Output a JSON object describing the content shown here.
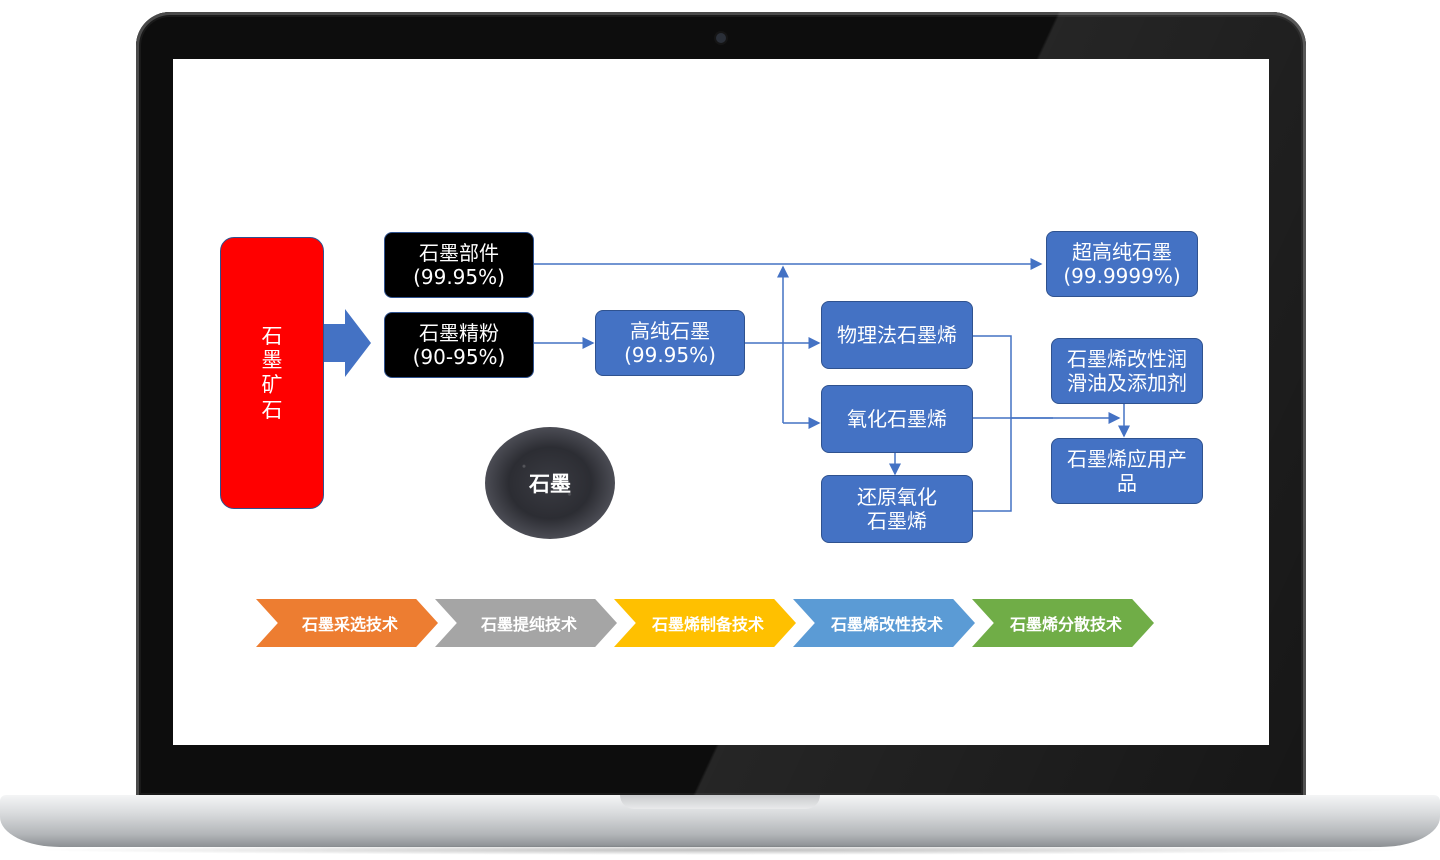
{
  "diagram": {
    "ore": [
      "石",
      "墨",
      "矿",
      "石"
    ],
    "parts": {
      "line1": "石墨部件",
      "line2": "(99.95%)"
    },
    "powder": {
      "line1": "石墨精粉",
      "line2": "(90-95%)"
    },
    "high_purity": {
      "line1": "高纯石墨",
      "line2": "(99.95%)"
    },
    "ultra_pure": {
      "line1": "超高纯石墨",
      "line2": "(99.9999%)"
    },
    "physical_graphene": "物理法石墨烯",
    "graphene_oxide": "氧化石墨烯",
    "reduced_go": {
      "line1": "还原氧化",
      "line2": "石墨烯"
    },
    "lubricant": {
      "line1": "石墨烯改性润",
      "line2": "滑油及添加剂"
    },
    "applications": {
      "line1": "石墨烯应用产",
      "line2": "品"
    },
    "graphite_label": "石墨"
  },
  "process_steps": [
    {
      "label": "石墨采选技术",
      "color": "#ed7d31"
    },
    {
      "label": "石墨提纯技术",
      "color": "#a5a5a5"
    },
    {
      "label": "石墨烯制备技术",
      "color": "#ffc000"
    },
    {
      "label": "石墨烯改性技术",
      "color": "#5b9bd5"
    },
    {
      "label": "石墨烯分散技术",
      "color": "#70ad47"
    }
  ],
  "colors": {
    "box_blue": "#4472c4",
    "line_blue": "#4472c4",
    "ore_red": "#ff0000"
  }
}
